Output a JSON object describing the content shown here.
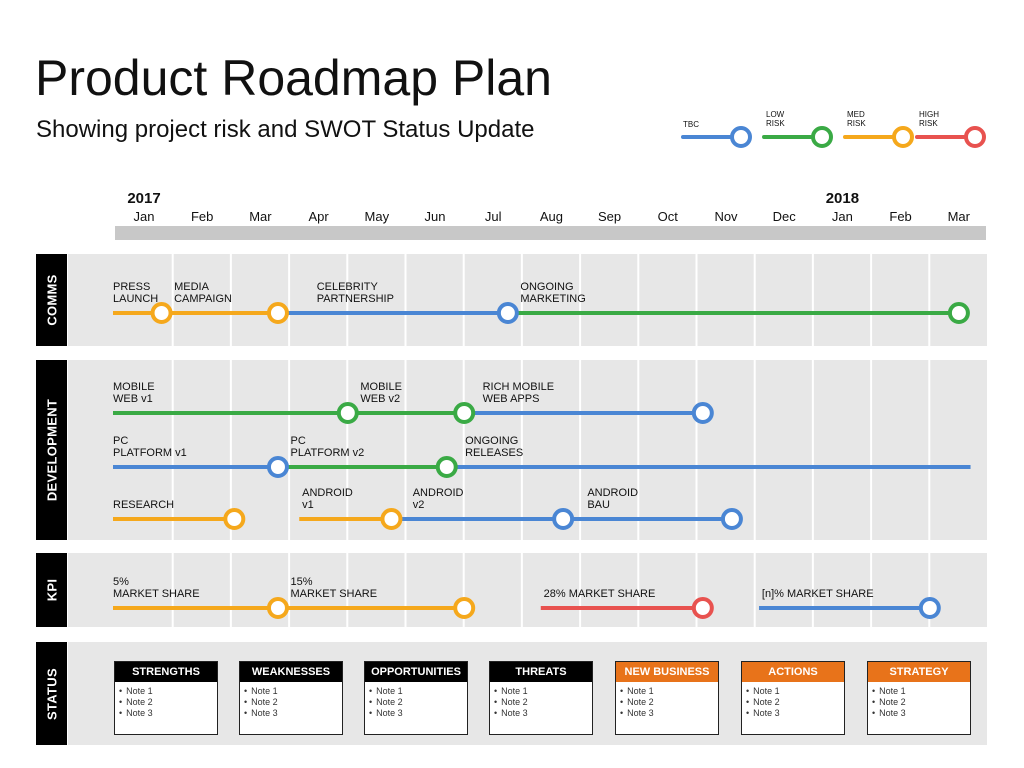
{
  "title": "Product Roadmap Plan",
  "subtitle": "Showing project risk and SWOT Status Update",
  "colors": {
    "tbc": "#4a86d4",
    "low": "#3aaa45",
    "med": "#f5a81c",
    "high": "#e8524f",
    "tab": "#000000",
    "panel": "#e7e7e7",
    "orange": "#e8731a"
  },
  "legend": [
    {
      "label": "TBC",
      "risk": "tbc"
    },
    {
      "label": "LOW\nRISK",
      "risk": "low"
    },
    {
      "label": "MED\nRISK",
      "risk": "med"
    },
    {
      "label": "HIGH\nRISK",
      "risk": "high"
    }
  ],
  "years": [
    {
      "label": "2017",
      "month_index": 0
    },
    {
      "label": "2018",
      "month_index": 12
    }
  ],
  "months": [
    "Jan",
    "Feb",
    "Mar",
    "Apr",
    "May",
    "Jun",
    "Jul",
    "Aug",
    "Sep",
    "Oct",
    "Nov",
    "Dec",
    "Jan",
    "Feb",
    "Mar"
  ],
  "sections": [
    {
      "name": "COMMS",
      "tracks": [
        {
          "start": 0,
          "end_arrow": false,
          "end": 14.5,
          "segments": [
            {
              "from": 0,
              "to": 0.8,
              "risk": "med",
              "label": "PRESS\nLAUNCH",
              "label_at": 0
            },
            {
              "from": 0.8,
              "to": 2.8,
              "risk": "med",
              "label": "MEDIA\nCAMPAIGN",
              "label_at": 1.05
            },
            {
              "from": 2.8,
              "to": 6.75,
              "risk": "tbc",
              "label": "CELEBRITY\nPARTNERSHIP",
              "label_at": 3.5
            },
            {
              "from": 6.75,
              "to": 14.5,
              "risk": "low",
              "label": "ONGOING\nMARKETING",
              "label_at": 7.0
            }
          ],
          "milestones": [
            {
              "at": 0.8,
              "risk": "med"
            },
            {
              "at": 2.8,
              "risk": "med"
            },
            {
              "at": 6.75,
              "risk": "tbc"
            },
            {
              "at": 14.5,
              "risk": "low"
            }
          ]
        }
      ]
    },
    {
      "name": "DEVELOPMENT",
      "tracks": [
        {
          "segments": [
            {
              "from": 0,
              "to": 4.0,
              "risk": "low",
              "label": "MOBILE\nWEB v1",
              "label_at": 0
            },
            {
              "from": 4.0,
              "to": 6.0,
              "risk": "low",
              "label": "MOBILE\nWEB v2",
              "label_at": 4.25
            },
            {
              "from": 6.0,
              "to": 10.1,
              "risk": "tbc",
              "label": "RICH MOBILE\nWEB APPS",
              "label_at": 6.35
            }
          ],
          "milestones": [
            {
              "at": 4.0,
              "risk": "low"
            },
            {
              "at": 6.0,
              "risk": "low"
            },
            {
              "at": 10.1,
              "risk": "tbc"
            }
          ]
        },
        {
          "segments": [
            {
              "from": 0,
              "to": 2.8,
              "risk": "tbc",
              "label": "PC\nPLATFORM v1",
              "label_at": 0
            },
            {
              "from": 2.8,
              "to": 5.7,
              "risk": "low",
              "label": "PC\nPLATFORM v2",
              "label_at": 3.05
            },
            {
              "from": 5.7,
              "to": 14.7,
              "risk": "tbc",
              "label": "ONGOING\nRELEASES",
              "label_at": 6.05
            }
          ],
          "milestones": [
            {
              "at": 2.8,
              "risk": "tbc"
            },
            {
              "at": 5.7,
              "risk": "low"
            }
          ]
        },
        {
          "segments": [
            {
              "from": 0,
              "to": 2.05,
              "risk": "med",
              "label": "RESEARCH",
              "label_at": 0
            },
            {
              "from": 3.2,
              "to": 4.75,
              "risk": "med",
              "label": "ANDROID\nv1",
              "label_at": 3.25
            },
            {
              "from": 4.9,
              "to": 7.7,
              "risk": "tbc",
              "label": "ANDROID\nv2",
              "label_at": 5.15
            },
            {
              "from": 7.7,
              "to": 10.6,
              "risk": "tbc",
              "label": "ANDROID\nBAU",
              "label_at": 8.15
            }
          ],
          "milestones": [
            {
              "at": 2.05,
              "risk": "med"
            },
            {
              "at": 4.75,
              "risk": "med"
            },
            {
              "at": 7.7,
              "risk": "tbc"
            },
            {
              "at": 10.6,
              "risk": "tbc"
            }
          ]
        }
      ]
    },
    {
      "name": "KPI",
      "tracks": [
        {
          "segments": [
            {
              "from": 0,
              "to": 2.8,
              "risk": "med",
              "label": "5%\nMARKET SHARE",
              "label_at": 0
            },
            {
              "from": 2.8,
              "to": 6.0,
              "risk": "med",
              "label": "15%\nMARKET SHARE",
              "label_at": 3.05
            },
            {
              "from": 7.35,
              "to": 10.1,
              "risk": "high",
              "label": "28% MARKET SHARE",
              "label_at": 7.4
            },
            {
              "from": 11.1,
              "to": 14.0,
              "risk": "tbc",
              "label": "[n]% MARKET SHARE",
              "label_at": 11.15
            }
          ],
          "milestones": [
            {
              "at": 2.8,
              "risk": "med"
            },
            {
              "at": 6.0,
              "risk": "med"
            },
            {
              "at": 10.1,
              "risk": "high"
            },
            {
              "at": 14.0,
              "risk": "tbc"
            }
          ]
        }
      ]
    }
  ],
  "status": {
    "name": "STATUS",
    "boxes": [
      {
        "title": "STRENGTHS",
        "color": "#000000",
        "notes": [
          "Note 1",
          "Note 2",
          "Note 3"
        ]
      },
      {
        "title": "WEAKNESSES",
        "color": "#000000",
        "notes": [
          "Note 1",
          "Note 2",
          "Note 3"
        ]
      },
      {
        "title": "OPPORTUNITIES",
        "color": "#000000",
        "notes": [
          "Note 1",
          "Note 2",
          "Note 3"
        ]
      },
      {
        "title": "THREATS",
        "color": "#000000",
        "notes": [
          "Note 1",
          "Note 2",
          "Note 3"
        ]
      },
      {
        "title": "NEW BUSINESS",
        "color": "#e8731a",
        "notes": [
          "Note 1",
          "Note 2",
          "Note 3"
        ]
      },
      {
        "title": "ACTIONS",
        "color": "#e8731a",
        "notes": [
          "Note 1",
          "Note 2",
          "Note 3"
        ]
      },
      {
        "title": "STRATEGY",
        "color": "#e8731a",
        "notes": [
          "Note 1",
          "Note 2",
          "Note 3"
        ]
      }
    ]
  }
}
